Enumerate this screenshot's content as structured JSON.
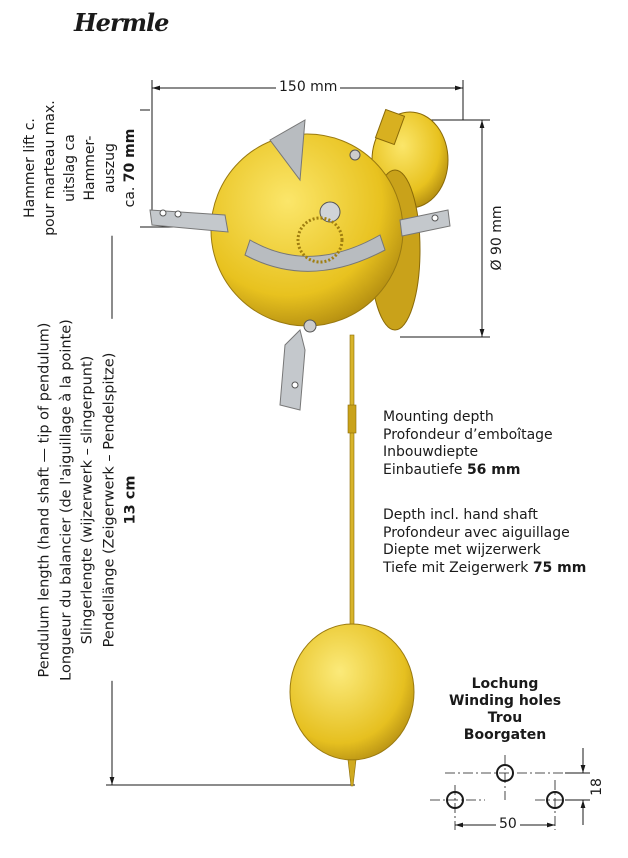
{
  "logo": "Hermle",
  "width_dim": "150 mm",
  "diameter_dim": "Ø 90 mm",
  "hammer": {
    "lines": [
      "Hammer lift c.",
      "pour marteau max.",
      "uitslag ca",
      "Hammer-",
      "auszug"
    ],
    "last_prefix": "ca. ",
    "last_value": "70 mm"
  },
  "pendulum": {
    "lines": [
      "Pendulum length (hand shaft — tip of pendulum)",
      "Longueur du balancier (de l'aiguillage à la pointe)",
      "Slingerlengte (wijzerwerk – slingerpunt)",
      "Pendellänge (Zeigerwerk – Pendelspitze)"
    ],
    "value": "13 cm"
  },
  "mounting": {
    "lines": [
      "Mounting depth",
      "Profondeur d’emboîtage",
      "Inbouwdiepte"
    ],
    "last_prefix": "Einbautiefe ",
    "last_value": "56 mm"
  },
  "depth": {
    "lines": [
      "Depth incl. hand shaft",
      "Profondeur avec aiguillage",
      "Diepte met wijzerwerk"
    ],
    "last_prefix": "Tiefe mit Zeigerwerk ",
    "last_value": "75 mm"
  },
  "holes": {
    "titles": [
      "Lochung",
      "Winding holes",
      "Trou",
      "Boorgaten"
    ],
    "horizontal": "50",
    "vertical": "18"
  },
  "colors": {
    "brass": "#e8c21f",
    "steel": "#b8bcc0"
  }
}
